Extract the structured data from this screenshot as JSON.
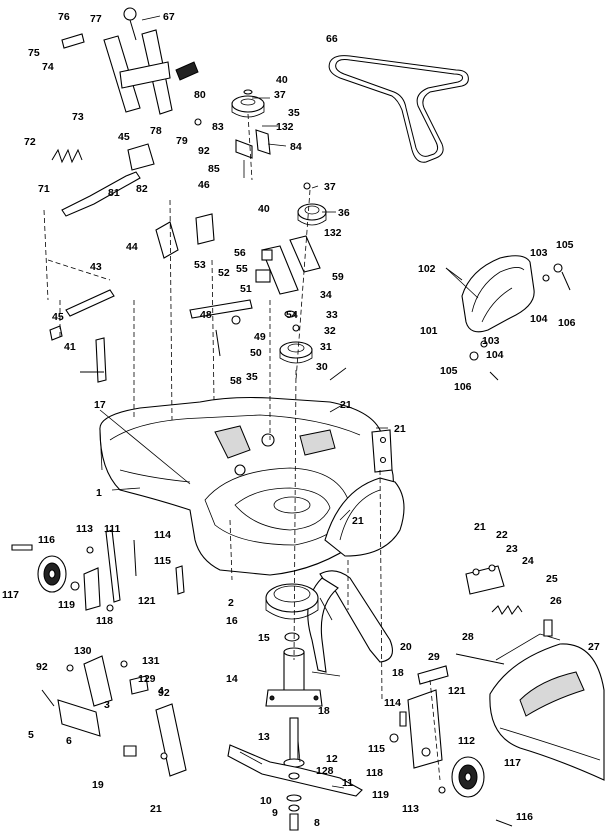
{
  "labels": {
    "l1": "1",
    "l2": "2",
    "l3": "3",
    "l4": "4",
    "l5": "5",
    "l6": "6",
    "l8": "8",
    "l9": "9",
    "l10": "10",
    "l11": "11",
    "l12": "12",
    "l13": "13",
    "l14": "14",
    "l15": "15",
    "l16": "16",
    "l17": "17",
    "l18": "18",
    "l18b": "18",
    "l19": "19",
    "l20": "20",
    "l21a": "21",
    "l21b": "21",
    "l21c": "21",
    "l21d": "21",
    "l21e": "21",
    "l22": "22",
    "l23": "23",
    "l24": "24",
    "l25": "25",
    "l26": "26",
    "l27": "27",
    "l28": "28",
    "l29": "29",
    "l30": "30",
    "l31": "31",
    "l32": "32",
    "l33": "33",
    "l34": "34",
    "l35a": "35",
    "l35b": "35",
    "l36": "36",
    "l37a": "37",
    "l37b": "37",
    "l40a": "40",
    "l40b": "40",
    "l41": "41",
    "l43": "43",
    "l44": "44",
    "l45a": "45",
    "l45b": "45",
    "l46": "46",
    "l48": "48",
    "l49": "49",
    "l50": "50",
    "l51": "51",
    "l52": "52",
    "l53": "53",
    "l54": "54",
    "l55": "55",
    "l56": "56",
    "l58": "58",
    "l59": "59",
    "l66": "66",
    "l67": "67",
    "l71": "71",
    "l72": "72",
    "l73": "73",
    "l74": "74",
    "l75": "75",
    "l76": "76",
    "l77": "77",
    "l78": "78",
    "l79": "79",
    "l80": "80",
    "l81": "81",
    "l82": "82",
    "l83": "83",
    "l84": "84",
    "l85": "85",
    "l92a": "92",
    "l92b": "92",
    "l92c": "92",
    "l101": "101",
    "l102": "102",
    "l103a": "103",
    "l103b": "103",
    "l104a": "104",
    "l104b": "104",
    "l105a": "105",
    "l105b": "105",
    "l106a": "106",
    "l106b": "106",
    "l111": "111",
    "l112": "112",
    "l113a": "113",
    "l113b": "113",
    "l114a": "114",
    "l114b": "114",
    "l115a": "115",
    "l115b": "115",
    "l116a": "116",
    "l116b": "116",
    "l117a": "117",
    "l117b": "117",
    "l118a": "118",
    "l118b": "118",
    "l119a": "119",
    "l119b": "119",
    "l121a": "121",
    "l121b": "121",
    "l128": "128",
    "l129": "129",
    "l130": "130",
    "l131": "131",
    "l132a": "132",
    "l132b": "132"
  }
}
